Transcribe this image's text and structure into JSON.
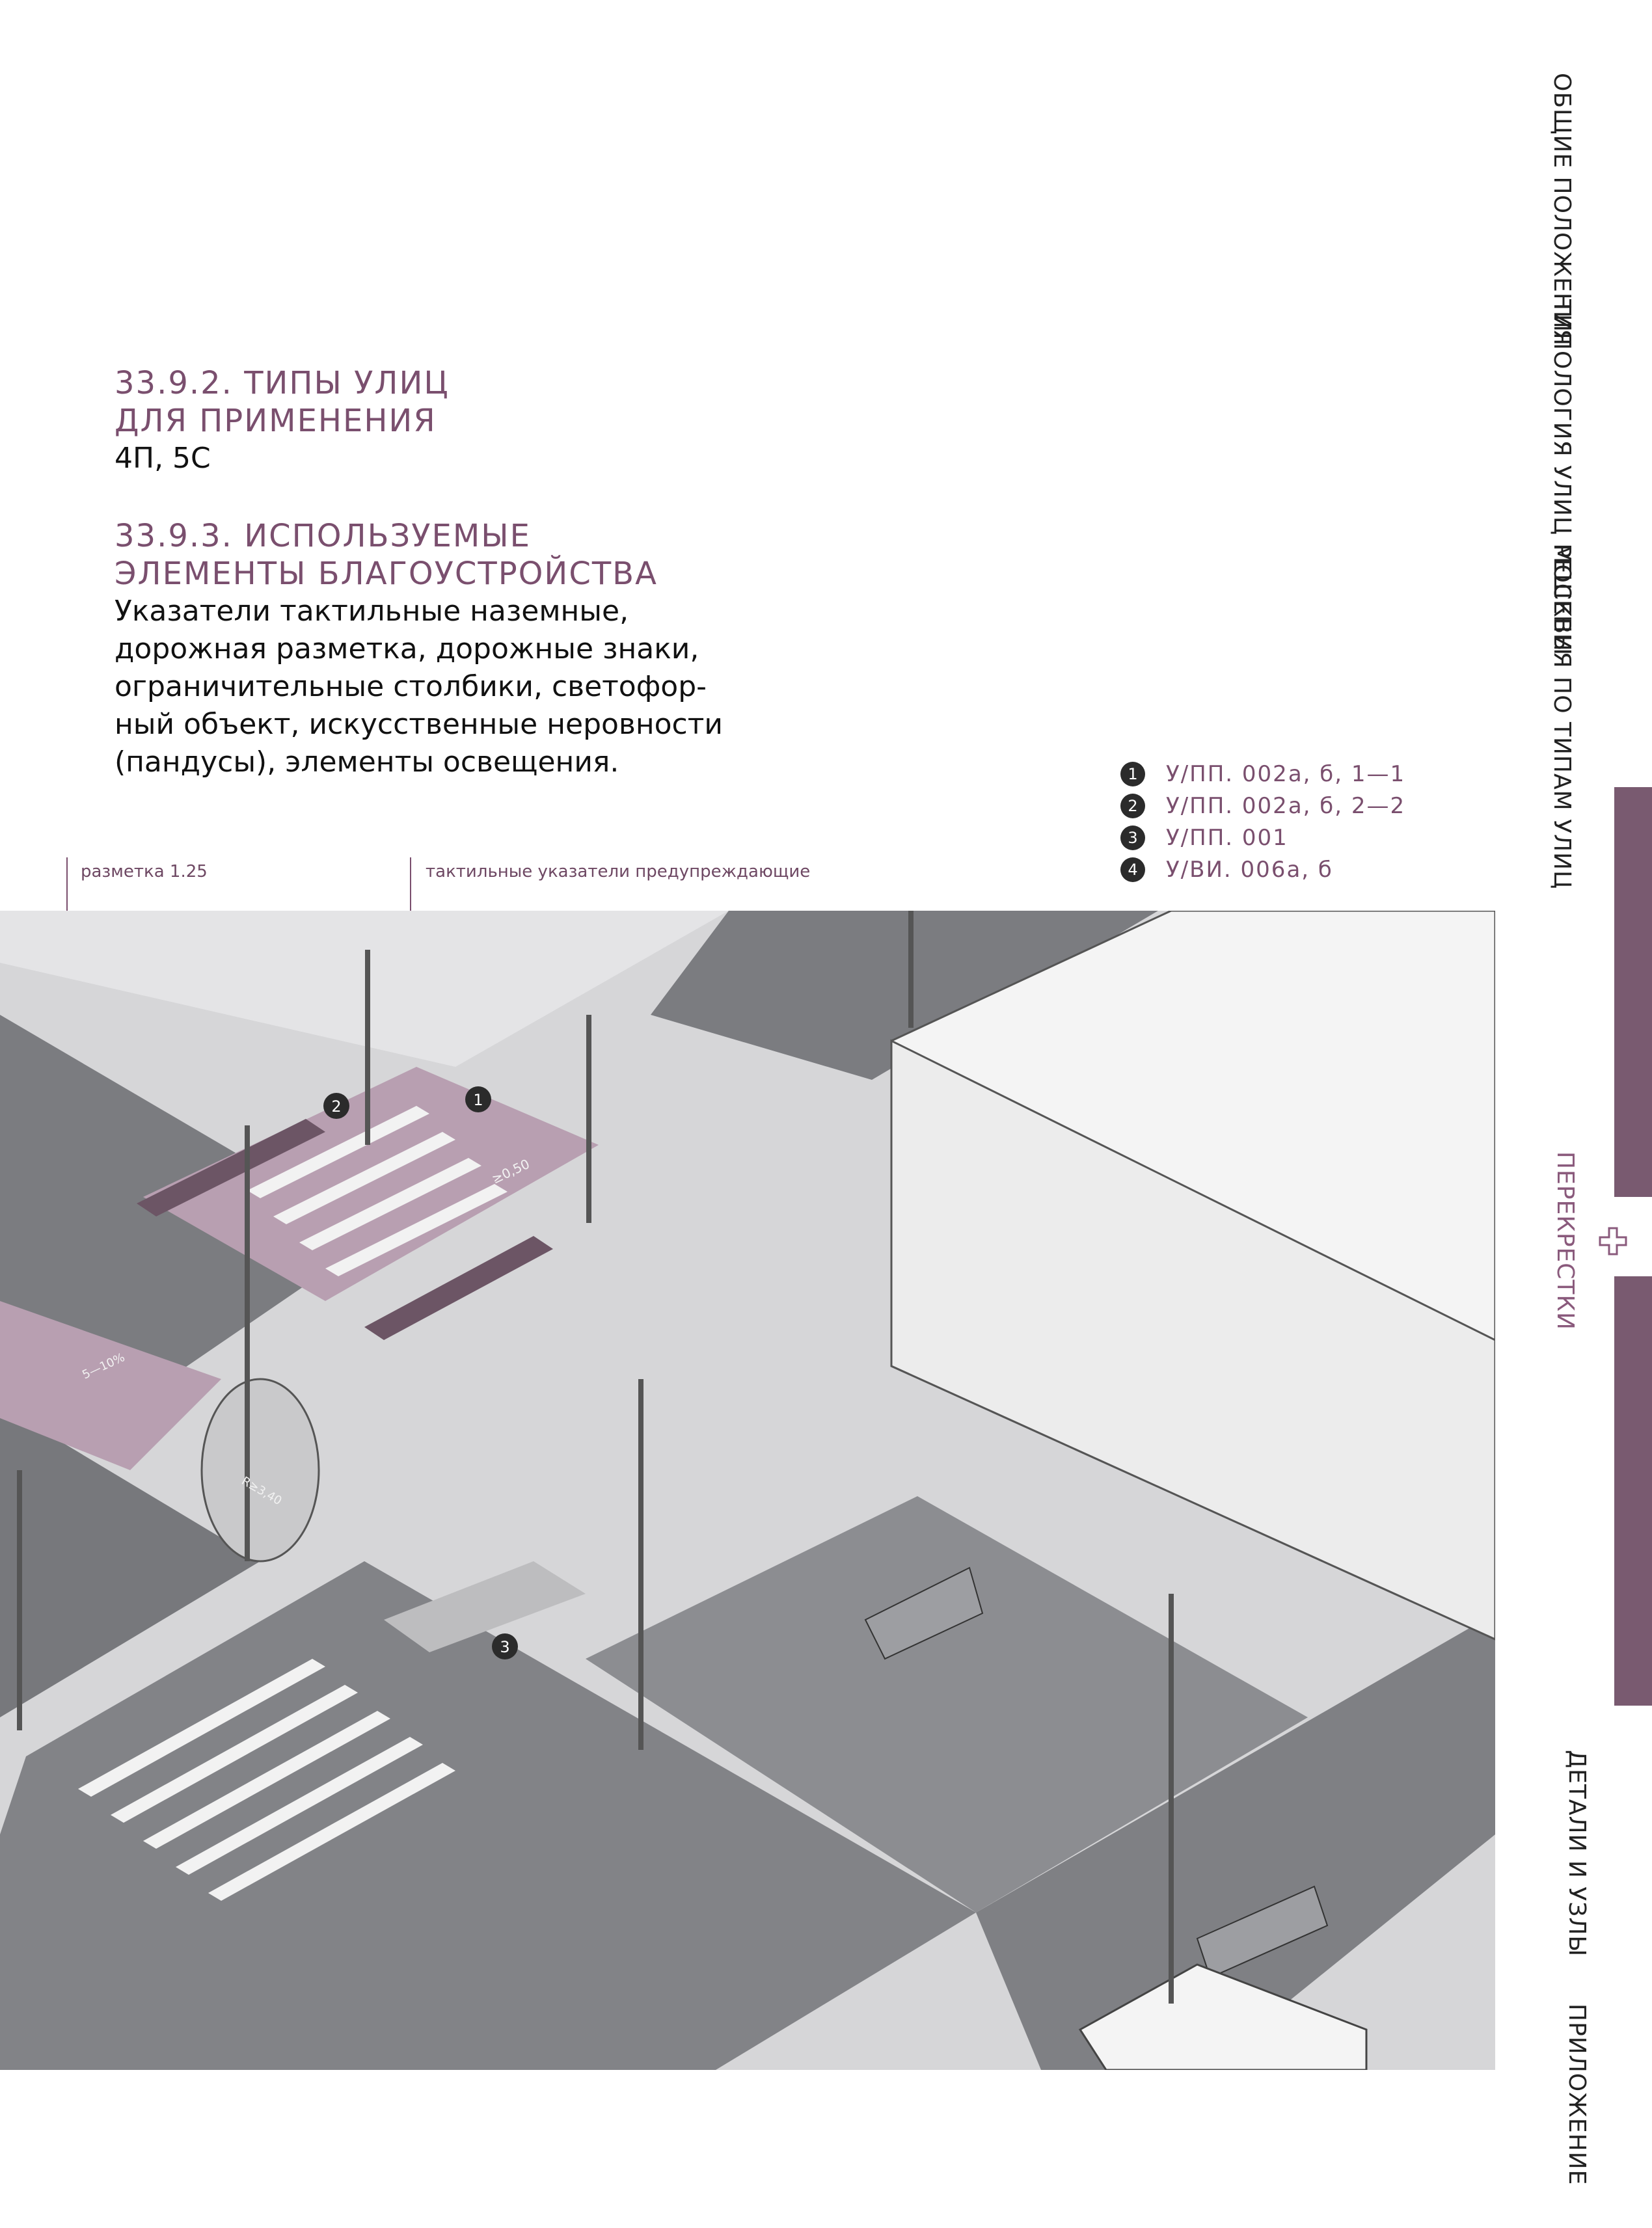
{
  "section_types": {
    "heading_line1": "33.9.2. ТИПЫ УЛИЦ",
    "heading_line2": "ДЛЯ ПРИМЕНЕНИЯ",
    "value": "4П, 5С"
  },
  "section_elements": {
    "heading_line1": "33.9.3. ИСПОЛЬЗУЕМЫЕ",
    "heading_line2": "ЭЛЕМЕНТЫ БЛАГОУСТРОЙСТВА",
    "lines": [
      "Указатели тактильные наземные,",
      "дорожная разметка, дорожные знаки,",
      "ограничительные столбики, светофор-",
      "ный объект, искусственные неровности",
      "(пандусы), элементы освещения."
    ]
  },
  "legend": [
    {
      "num": "1",
      "text": "У/ПП. 002а, б, 1—1"
    },
    {
      "num": "2",
      "text": "У/ПП. 002а, б, 2—2"
    },
    {
      "num": "3",
      "text": "У/ПП. 001"
    },
    {
      "num": "4",
      "text": "У/ВИ. 006а, б"
    }
  ],
  "callouts": {
    "marking": "разметка 1.25",
    "tactile": "тактильные указатели предупреждающие"
  },
  "diagram": {
    "markers": [
      "1",
      "2",
      "3"
    ],
    "dim_gap": "≥0,50",
    "dim_slope": "5—10%",
    "dim_radius": "R≥3,40"
  },
  "nav": {
    "general": "ОБЩИЕ ПОЛОЖЕНИЯ",
    "typology": "ТИПОЛОГИЯ УЛИЦ МОСКВЫ",
    "solutions": "РЕШЕНИЯ ПО ТИПАМ УЛИЦ",
    "intersections": "ПЕРЕКРЕСТКИ",
    "details": "ДЕТАЛИ И УЗЛЫ",
    "appendix": "ПРИЛОЖЕНИЕ"
  },
  "colors": {
    "accent": "#7a4f6e",
    "sidebar_bar": "#795a70",
    "crossing_pink": "#b89fb1",
    "asphalt": "#7b7c80"
  }
}
